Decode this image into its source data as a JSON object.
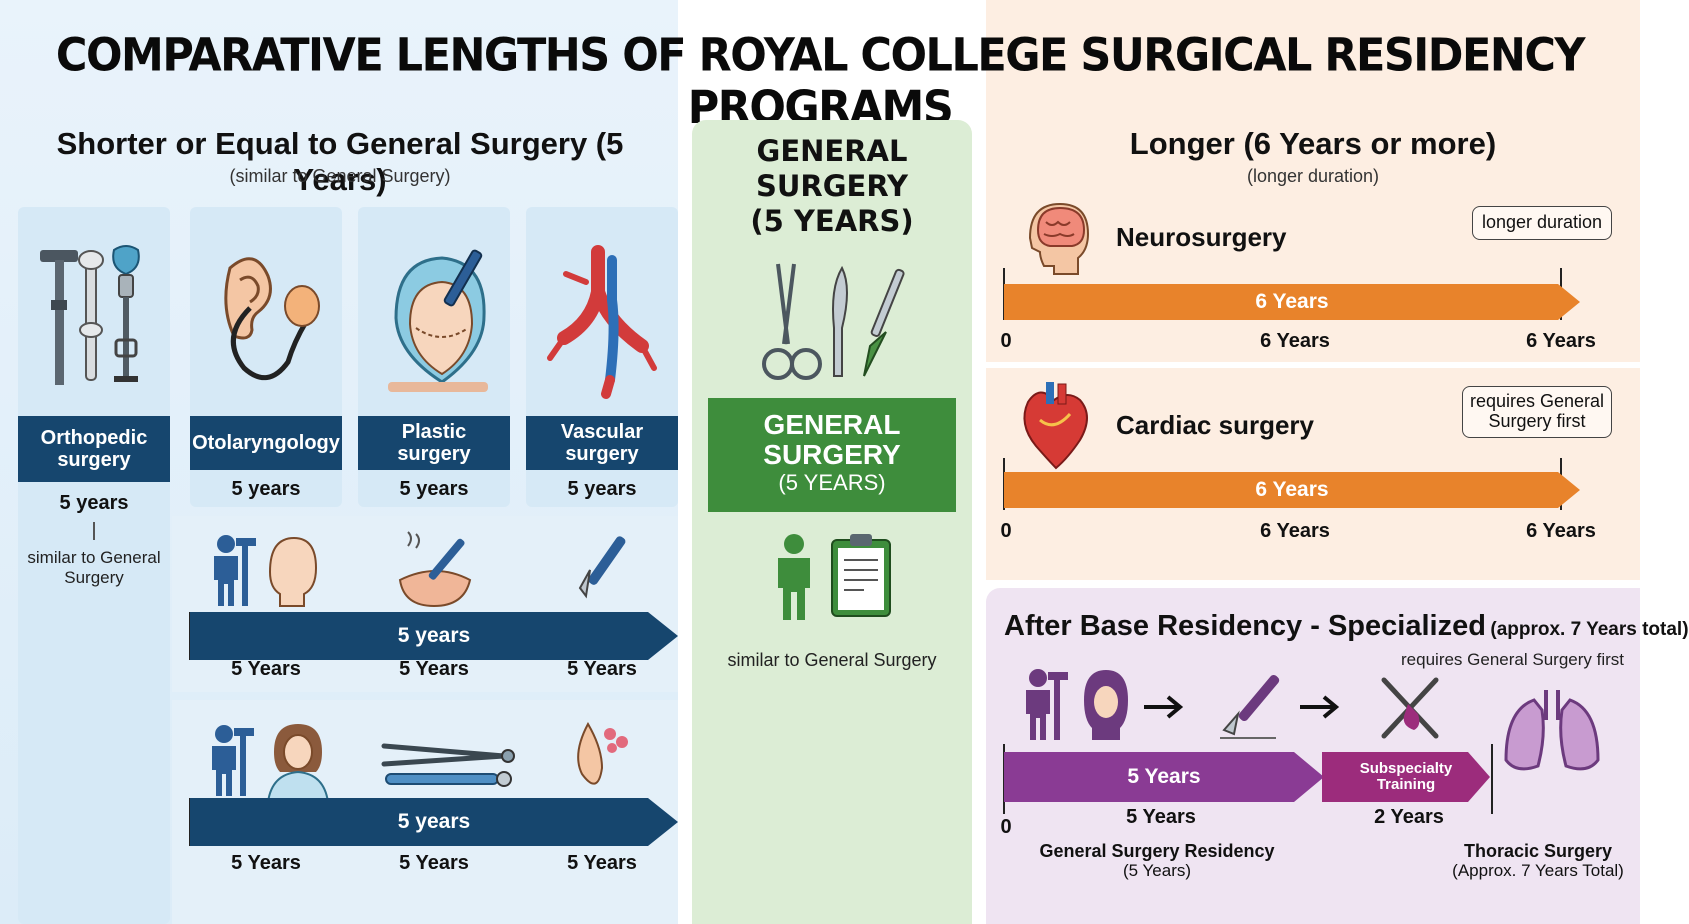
{
  "title": "COMPARATIVE LENGTHS OF ROYAL COLLEGE SURGICAL RESIDENCY PROGRAMS",
  "left": {
    "heading": "Shorter or Equal to General Surgery (5 Years)",
    "subheading": "(similar to General Surgery)",
    "ortho": {
      "label": "Orthopedic surgery",
      "years": "5 years",
      "note": "similar to General Surgery"
    },
    "cards": [
      {
        "label": "Otolaryngology",
        "years": "5 years"
      },
      {
        "label": "Plastic surgery",
        "years": "5 years"
      },
      {
        "label": "Vascular surgery",
        "years": "5 years"
      }
    ],
    "row1": {
      "arrow": "5 years",
      "ticks": [
        "5 Years",
        "5 Years",
        "5 Years"
      ]
    },
    "row2": {
      "arrow": "5 years",
      "ticks": [
        "5 Years",
        "5 Years",
        "5 Years"
      ]
    }
  },
  "middle": {
    "heading_line1": "GENERAL SURGERY",
    "heading_line2": "(5 YEARS)",
    "box_line1": "GENERAL",
    "box_line2": "SURGERY",
    "box_line3": "(5 YEARS)",
    "caption": "similar to General Surgery",
    "accent": "#3e8d3c"
  },
  "right": {
    "heading": "Longer (6 Years or more)",
    "subheading": "(longer duration)",
    "neuro": {
      "name": "Neurosurgery",
      "badge": "longer duration",
      "arrow": "6 Years",
      "zero": "0",
      "mid": "6 Years",
      "end": "6 Years"
    },
    "cardiac": {
      "name": "Cardiac surgery",
      "badge_line1": "requires General",
      "badge_line2": "Surgery first",
      "arrow": "6 Years",
      "zero": "0",
      "mid": "6 Years",
      "end": "6 Years"
    },
    "after": {
      "heading": "After Base Residency - Specialized",
      "heading_small": "(approx. 7 Years total)",
      "note": "requires General Surgery first",
      "arrow1": "5 Years",
      "arrow2_line1": "Subspecialty",
      "arrow2_line2": "Training",
      "zero": "0",
      "t1": "5 Years",
      "t2": "2 Years",
      "gs_label": "General Surgery Residency",
      "gs_sub": "(5 Years)",
      "thoracic_label": "Thoracic Surgery",
      "thoracic_sub": "(Approx. 7 Years Total)"
    }
  },
  "colors": {
    "navy": "#16466e",
    "orange": "#e8832b",
    "purple": "#8a3b94",
    "green": "#3e8d3c"
  }
}
